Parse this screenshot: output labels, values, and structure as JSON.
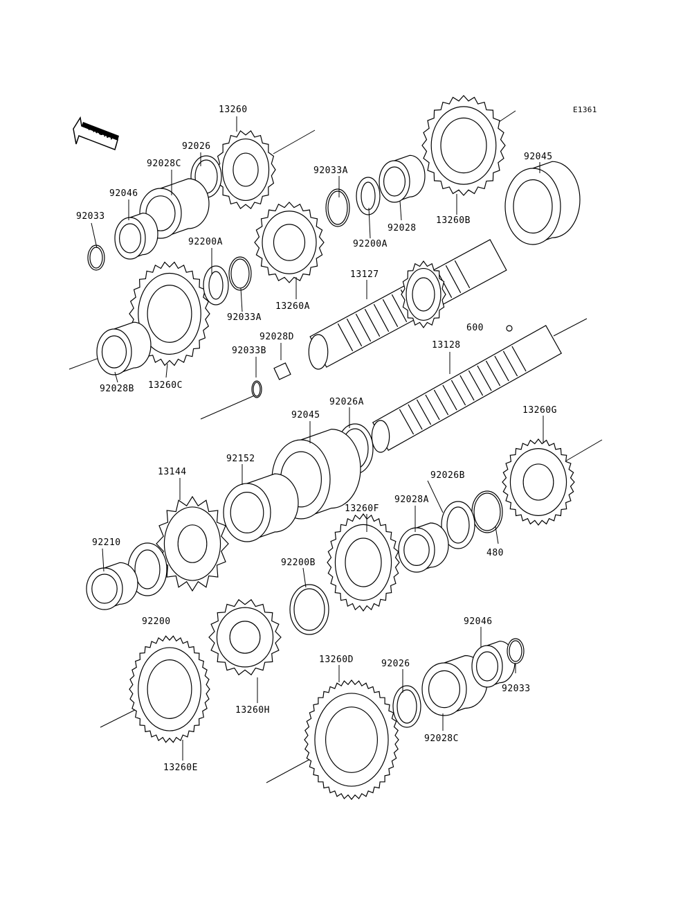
{
  "diagram_code": "E1361",
  "front_arrow": "FRONT",
  "parts": [
    {
      "id": "p13260",
      "label": "13260"
    },
    {
      "id": "p92026",
      "label": "92026"
    },
    {
      "id": "p92028C",
      "label": "92028C"
    },
    {
      "id": "p92046",
      "label": "92046"
    },
    {
      "id": "p92033",
      "label": "92033"
    },
    {
      "id": "p92200A",
      "label": "92200A"
    },
    {
      "id": "p92033A",
      "label": "92033A"
    },
    {
      "id": "p13260A",
      "label": "13260A"
    },
    {
      "id": "p92033A_2",
      "label": "92033A"
    },
    {
      "id": "p92200A_2",
      "label": "92200A"
    },
    {
      "id": "p92028",
      "label": "92028"
    },
    {
      "id": "p13260B",
      "label": "13260B"
    },
    {
      "id": "p92045",
      "label": "92045"
    },
    {
      "id": "p13127",
      "label": "13127"
    },
    {
      "id": "p92028D",
      "label": "92028D"
    },
    {
      "id": "p92033B",
      "label": "92033B"
    },
    {
      "id": "p92028B",
      "label": "92028B"
    },
    {
      "id": "p13260C",
      "label": "13260C"
    },
    {
      "id": "p600",
      "label": "600"
    },
    {
      "id": "p13128",
      "label": "13128"
    },
    {
      "id": "p92026A",
      "label": "92026A"
    },
    {
      "id": "p92045_2",
      "label": "92045"
    },
    {
      "id": "p92152",
      "label": "92152"
    },
    {
      "id": "p13144",
      "label": "13144"
    },
    {
      "id": "p13260G",
      "label": "13260G"
    },
    {
      "id": "p92026B",
      "label": "92026B"
    },
    {
      "id": "p92028A",
      "label": "92028A"
    },
    {
      "id": "p13260F",
      "label": "13260F"
    },
    {
      "id": "p480",
      "label": "480"
    },
    {
      "id": "p92210",
      "label": "92210"
    },
    {
      "id": "p92200B",
      "label": "92200B"
    },
    {
      "id": "p92200",
      "label": "92200"
    },
    {
      "id": "p13260D",
      "label": "13260D"
    },
    {
      "id": "p92046_2",
      "label": "92046"
    },
    {
      "id": "p92026_2",
      "label": "92026"
    },
    {
      "id": "p92033_2",
      "label": "92033"
    },
    {
      "id": "p13260H",
      "label": "13260H"
    },
    {
      "id": "p92028C_2",
      "label": "92028C"
    },
    {
      "id": "p13260E",
      "label": "13260E"
    }
  ]
}
